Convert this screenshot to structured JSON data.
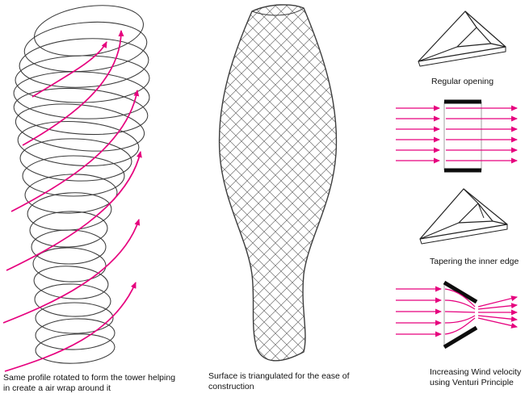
{
  "colors": {
    "accent": "#e6007e",
    "ink": "#2e2e2e"
  },
  "captions": {
    "left_tower": "Same profile rotated to form the tower helping in create a air wrap around it",
    "middle_tower": "Surface is triangulated for the ease of construction",
    "regular_opening": "Regular opening",
    "tapering_edge": "Tapering the inner edge",
    "venturi": "Increasing Wind velocity using Venturi Principle"
  },
  "icons": {
    "left_tower": "rotated-profile-tower-drawing",
    "middle_tower": "triangulated-surface-tower-drawing",
    "prism_regular": "regular-opening-prism-icon",
    "flow_regular": "wind-flow-regular-opening-diagram",
    "prism_tapered": "tapered-inner-edge-prism-icon",
    "flow_venturi": "wind-flow-venturi-diagram"
  }
}
